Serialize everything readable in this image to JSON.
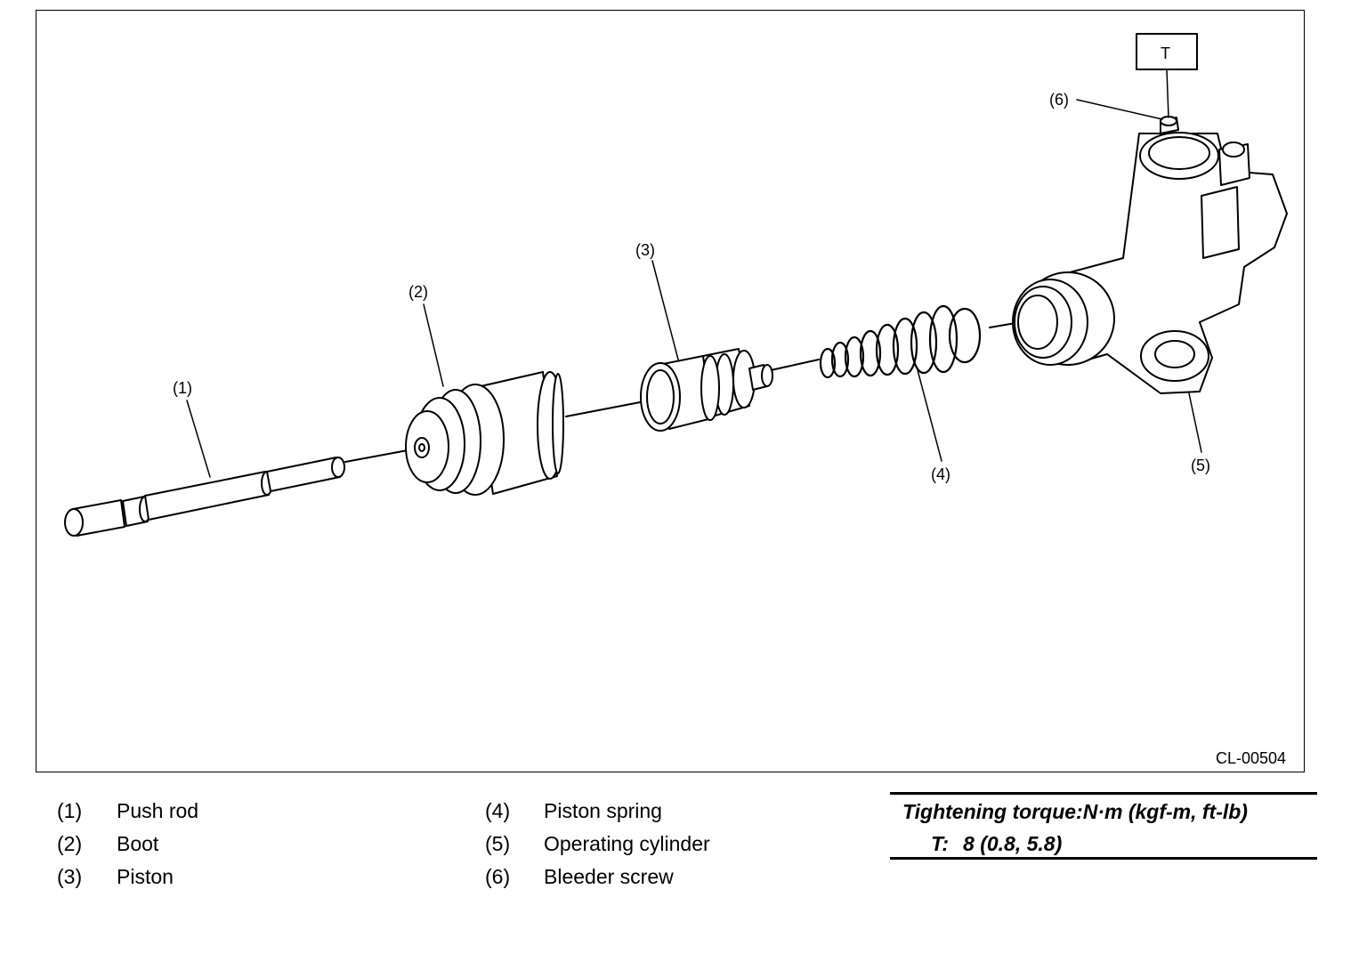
{
  "figure": {
    "id": "CL-00504",
    "torque_tag": "T",
    "callouts": [
      "(1)",
      "(2)",
      "(3)",
      "(4)",
      "(5)",
      "(6)"
    ]
  },
  "legend": [
    {
      "num": "(1)",
      "name": "Push rod"
    },
    {
      "num": "(2)",
      "name": "Boot"
    },
    {
      "num": "(3)",
      "name": "Piston"
    },
    {
      "num": "(4)",
      "name": "Piston spring"
    },
    {
      "num": "(5)",
      "name": "Operating cylinder"
    },
    {
      "num": "(6)",
      "name": "Bleeder screw"
    }
  ],
  "torque": {
    "title": "Tightening torque:N·m (kgf-m, ft-lb)",
    "label": "T:",
    "value": "8 (0.8, 5.8)"
  }
}
